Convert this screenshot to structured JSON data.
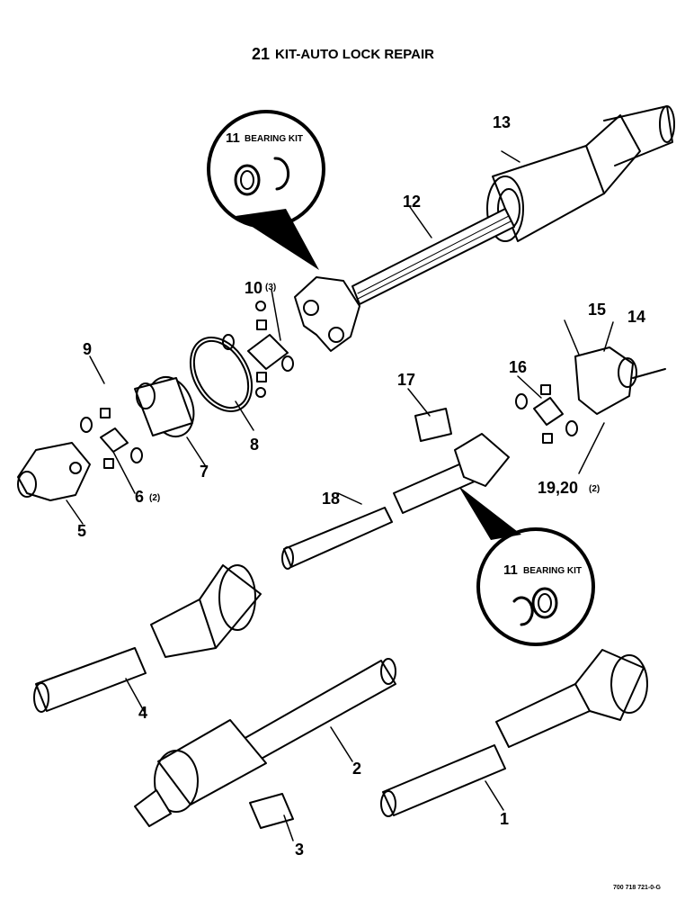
{
  "title": {
    "num": "21",
    "text": "KIT-AUTO LOCK REPAIR"
  },
  "callouts": {
    "c1": {
      "num": "11",
      "text": "BEARING KIT"
    },
    "c2": {
      "num": "11",
      "text": "BEARING KIT"
    }
  },
  "parts": {
    "p1": "1",
    "p2": "2",
    "p3": "3",
    "p4": "4",
    "p5": "5",
    "p6": "6",
    "p6q": "(2)",
    "p7": "7",
    "p8": "8",
    "p9": "9",
    "p10": "10",
    "p10q": "(3)",
    "p12": "12",
    "p13": "13",
    "p14": "14",
    "p15": "15",
    "p16": "16",
    "p17": "17",
    "p18": "18",
    "p19": "19,20",
    "p19q": "(2)"
  },
  "footer": {
    "code": "700 718 721-0-G"
  }
}
